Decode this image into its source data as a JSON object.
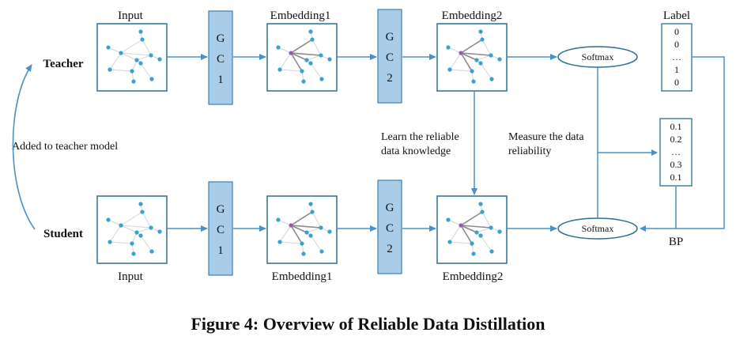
{
  "labels": {
    "input_top": "Input",
    "embedding1_top": "Embedding1",
    "embedding2_top": "Embedding2",
    "label_top": "Label",
    "teacher": "Teacher",
    "student": "Student",
    "added": "Added to teacher model",
    "learn_line1": "Learn the reliable",
    "learn_line2": "data knowledge",
    "measure_line1": "Measure the data",
    "measure_line2": "reliability",
    "input_bottom": "Input",
    "embedding1_bottom": "Embedding1",
    "embedding2_bottom": "Embedding2",
    "bp": "BP",
    "softmax_top": "Softmax",
    "softmax_bottom": "Softmax"
  },
  "gc1": [
    "G",
    "C",
    "1"
  ],
  "gc2": [
    "G",
    "C",
    "2"
  ],
  "label_vector": [
    "0",
    "0",
    "…",
    "1",
    "0"
  ],
  "prob_vector": [
    "0.1",
    "0.2",
    "…",
    "0.3",
    "0.1"
  ],
  "caption": "Figure 4: Overview of Reliable Data Distillation",
  "colors": {
    "arrow": "#4a90c8",
    "gc_fill": "#a9cde8",
    "gc_stroke": "#3a7fb5",
    "node": "#3aa0cc",
    "center_node": "#9b59b6",
    "box_stroke": "#2b6f8f"
  }
}
